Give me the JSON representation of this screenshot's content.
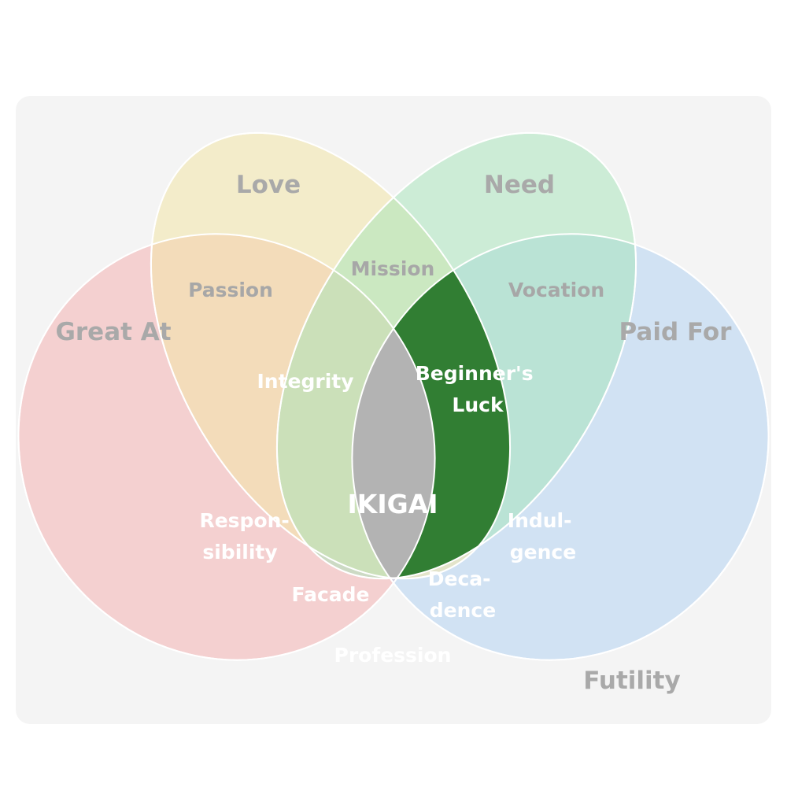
{
  "diagram": {
    "sets": {
      "great_at": {
        "label": "Great At",
        "color": "#f5a3a3"
      },
      "love": {
        "label": "Love",
        "color": "#f3e5a8"
      },
      "need": {
        "label": "Need",
        "color": "#a4e3b7"
      },
      "paid_for": {
        "label": "Paid For",
        "color": "#a7cbf1"
      }
    },
    "regions": {
      "passion": "Passion",
      "mission": "Mission",
      "vocation": "Vocation",
      "integrity": "Integrity",
      "beginners_luck": [
        "Beginner's",
        "Luck"
      ],
      "ikigai": "IKIGAI",
      "responsibility": [
        "Respon-",
        "sibility"
      ],
      "indulgence": [
        "Indul-",
        "gence"
      ],
      "facade": "Facade",
      "decadence": [
        "Deca-",
        "dence"
      ],
      "profession": "Profession",
      "futility": "Futility"
    },
    "highlight_color": "#317e33",
    "center_color": "#b3b3b3"
  }
}
